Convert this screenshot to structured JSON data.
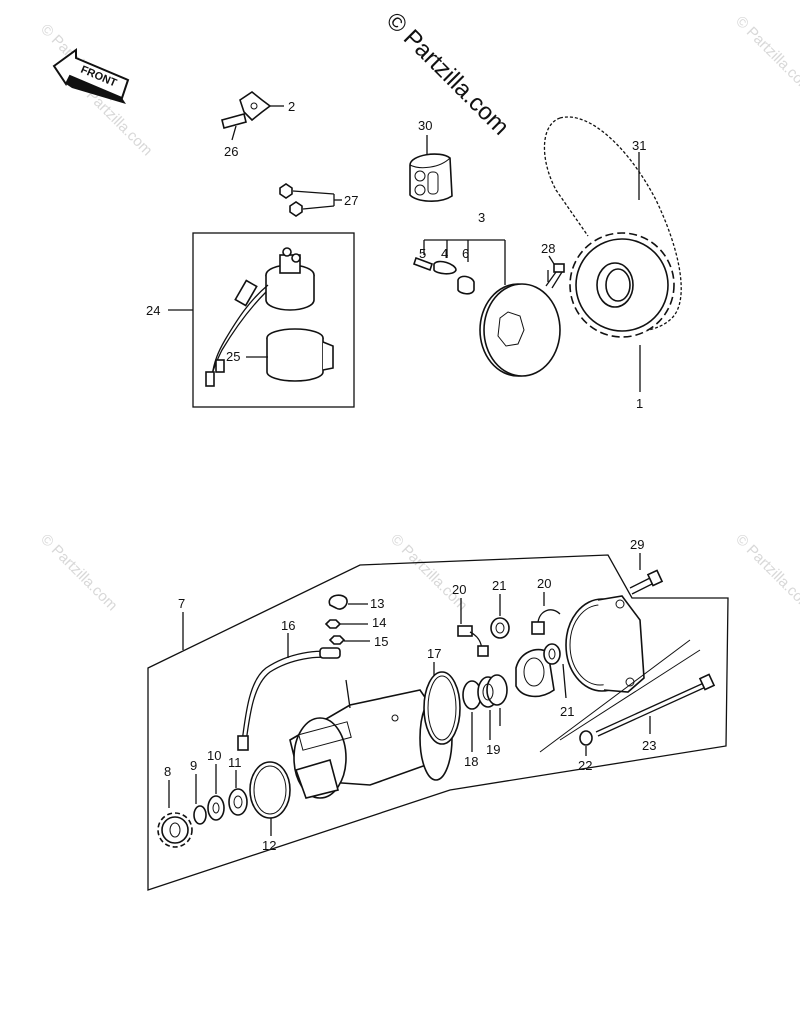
{
  "watermark_main": "© Partzilla.com",
  "watermark_faint": "© Partzilla.com",
  "front_label": "FRONT",
  "callouts": {
    "c1": "1",
    "c2": "2",
    "c3": "3",
    "c4": "4",
    "c5": "5",
    "c6": "6",
    "c7": "7",
    "c8": "8",
    "c9": "9",
    "c10": "10",
    "c11": "11",
    "c12": "12",
    "c13": "13",
    "c14": "14",
    "c15": "15",
    "c16": "16",
    "c17": "17",
    "c18": "18",
    "c19": "19",
    "c20a": "20",
    "c20b": "20",
    "c21a": "21",
    "c21b": "21",
    "c22": "22",
    "c23": "23",
    "c24": "24",
    "c25": "25",
    "c26": "26",
    "c27": "27",
    "c28": "28",
    "c29": "29",
    "c30": "30",
    "c31": "31"
  }
}
